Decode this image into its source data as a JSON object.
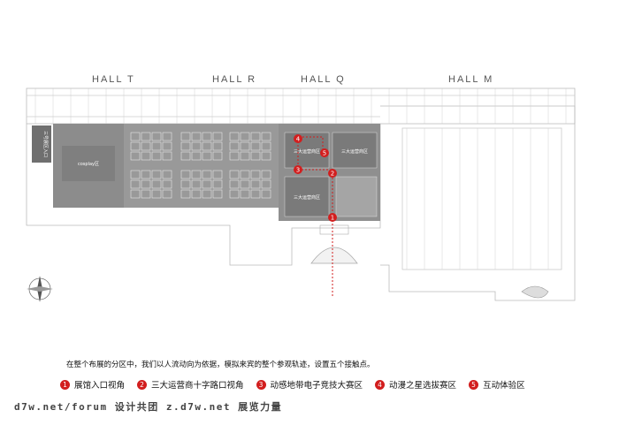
{
  "halls": [
    "HALL  T",
    "HALL  R",
    "HALL  Q",
    "HALL  M"
  ],
  "zones": {
    "cosplay": "cosplay区",
    "side_block": "三号展区入口",
    "zone_upper": "三大运营商区",
    "zone_lower": "三大运营商区",
    "zone_right": "三大运营商区"
  },
  "description": "在整个布展的分区中，我们以人流动向为依据，模拟来宾的整个参观轨迹，设置五个接触点。",
  "legend": [
    {
      "num": "1",
      "label": "展馆入口视角"
    },
    {
      "num": "2",
      "label": "三大运营商十字路口视角"
    },
    {
      "num": "3",
      "label": "动感地带电子竞技大赛区"
    },
    {
      "num": "4",
      "label": "动漫之星选拔赛区"
    },
    {
      "num": "5",
      "label": "互动体验区"
    }
  ],
  "markers": [
    "1",
    "2",
    "3",
    "4",
    "5"
  ],
  "watermark": "d7w.net/forum 设计共团 z.d7w.net 展览力量",
  "colors": {
    "accent": "#d21e1e",
    "hall": "#8c8c8c",
    "hall_dark": "#6f6f6f"
  }
}
